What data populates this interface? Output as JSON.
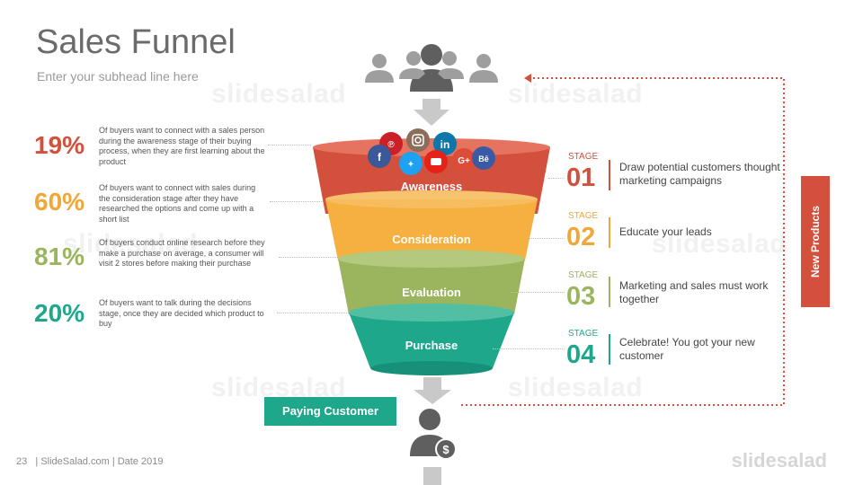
{
  "title": "Sales Funnel",
  "subhead": "Enter your subhead line here",
  "watermark": "slidesalad",
  "stats": [
    {
      "value": "19%",
      "text": "Of buyers want to connect with a sales person during the awareness stage of their buying process, when they are first learning about the product",
      "color": "#d2503c"
    },
    {
      "value": "60%",
      "text": "Of buyers want to connect with sales during the consideration stage after they have researched the options and come up with a short list",
      "color": "#f0a73a"
    },
    {
      "value": "81%",
      "text": "Of buyers conduct online research before they make a purchase on average, a consumer will visit 2 stores before making their purchase",
      "color": "#9bb55e"
    },
    {
      "value": "20%",
      "text": "Of buyers want to talk during the decisions stage, once they are decided which product to buy",
      "color": "#1fa78c"
    }
  ],
  "funnel": [
    {
      "label": "Awareness",
      "color": "#d2503c"
    },
    {
      "label": "Consideration",
      "color": "#f5b040"
    },
    {
      "label": "Evaluation",
      "color": "#9bb55e"
    },
    {
      "label": "Purchase",
      "color": "#1fa78c"
    }
  ],
  "social_icons": [
    "pinterest-icon",
    "instagram-icon",
    "linkedin-icon",
    "facebook-icon",
    "twitter-icon",
    "youtube-icon",
    "googleplus-icon",
    "behance-icon"
  ],
  "stages": [
    {
      "label": "STAGE",
      "num": "01",
      "text": "Draw potential customers thought marketing campaigns",
      "color": "#d2503c"
    },
    {
      "label": "STAGE",
      "num": "02",
      "text": "Educate your leads",
      "color": "#f0a73a"
    },
    {
      "label": "STAGE",
      "num": "03",
      "text": "Marketing and sales must work together",
      "color": "#9bb55e"
    },
    {
      "label": "STAGE",
      "num": "04",
      "text": "Celebrate! You got your new customer",
      "color": "#1fa78c"
    }
  ],
  "new_products": "New Products",
  "paying_customer": "Paying Customer",
  "footer": {
    "page": "23",
    "text": "| SlideSalad.com | Date 2019",
    "brand": "slidesalad"
  }
}
